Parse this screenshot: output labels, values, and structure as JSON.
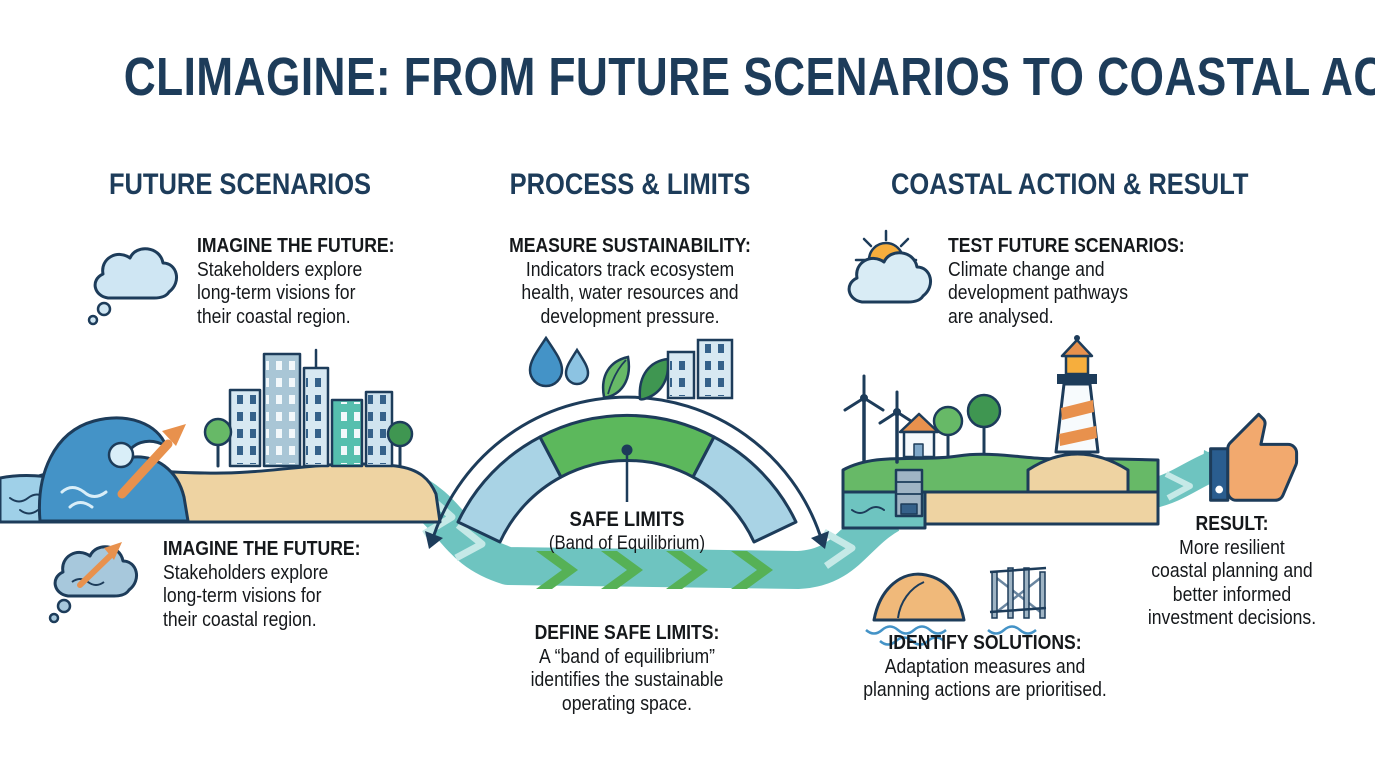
{
  "title": "CLIMAGINE: FROM FUTURE SCENARIOS TO COASTAL ACTION",
  "colors": {
    "navy": "#1d3c5a",
    "teal": "#6ec4c0",
    "green": "#5cb85c",
    "sand": "#eed3a2",
    "blue": "#4493c7",
    "light_blue": "#a9d3e5",
    "orange": "#e8914d"
  },
  "icons": {
    "col1_top": "thought-cloud-icon",
    "col1_bottom": "storm-cloud-arrow-icon",
    "col2_indicators": [
      "water-drops-icon",
      "leaves-icon",
      "buildings-icon"
    ],
    "col3_top": "sun-cloud-icon",
    "col3_solutions": [
      "dune-icon",
      "fence-icon"
    ],
    "result": "thumbs-up-icon"
  },
  "columns": {
    "future_scenarios": {
      "heading": "FUTURE SCENARIOS",
      "block_top": {
        "title": "IMAGINE THE FUTURE:",
        "lines": [
          "Stakeholders explore",
          "long-term visions for",
          "their coastal region."
        ]
      },
      "block_bottom": {
        "title": "IMAGINE THE FUTURE:",
        "lines": [
          "Stakeholders explore",
          "long-term visions for",
          "their coastal region."
        ]
      }
    },
    "process_limits": {
      "heading": "PROCESS & LIMITS",
      "block_top": {
        "title": "MEASURE SUSTAINABILITY:",
        "lines": [
          "Indicators track ecosystem",
          "health, water resources and",
          "development pressure."
        ]
      },
      "gauge": {
        "label": "SAFE LIMITS",
        "sublabel": "(Band of Equilibrium)"
      },
      "block_bottom": {
        "title": "DEFINE SAFE LIMITS:",
        "lines": [
          "A “band of equilibrium”",
          "identifies the sustainable",
          "operating space."
        ]
      }
    },
    "coastal_action": {
      "heading": "COASTAL ACTION & RESULT",
      "block_top": {
        "title": "TEST FUTURE SCENARIOS:",
        "lines": [
          "Climate change and",
          "development pathways",
          "are analysed."
        ]
      },
      "block_bottom": {
        "title": "IDENTIFY SOLUTIONS:",
        "lines": [
          "Adaptation measures and",
          "planning actions are prioritised."
        ]
      },
      "result": {
        "title": "RESULT:",
        "lines": [
          "More resilient",
          "coastal planning and",
          "better informed",
          "investment decisions."
        ]
      }
    }
  }
}
